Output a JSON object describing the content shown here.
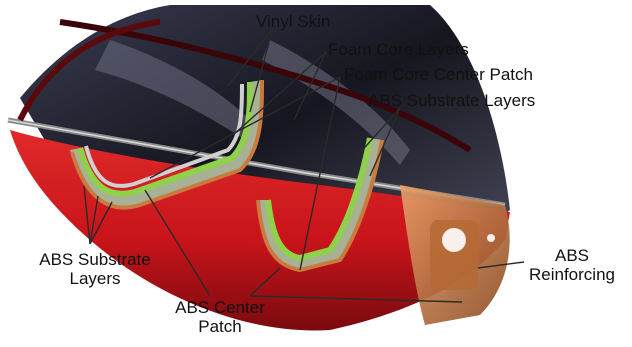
{
  "labels": {
    "vinyl_skin": "Vinyl Skin",
    "foam_core_layers": "Foam Core Layers",
    "foam_core_center_patch": "Foam Core Center Patch",
    "abs_substrate_layers_right": "ABS Substrate Layers",
    "abs_substrate_layers_left_line1": "ABS Substrate",
    "abs_substrate_layers_left_line2": "Layers",
    "abs_center_patch_line1": "ABS Center",
    "abs_center_patch_line2": "Patch",
    "abs_reinforcing_line1": "ABS",
    "abs_reinforcing_line2": "Reinforcing"
  },
  "colors": {
    "hull_red": "#c8141a",
    "hull_dark_red": "#7a0a0e",
    "interior_dark": "#1e2030",
    "vinyl": "#c9c9c9",
    "foam_green": "#8fd14a",
    "abs_tan": "#c97a3e",
    "leader": "#2a2a2a"
  }
}
